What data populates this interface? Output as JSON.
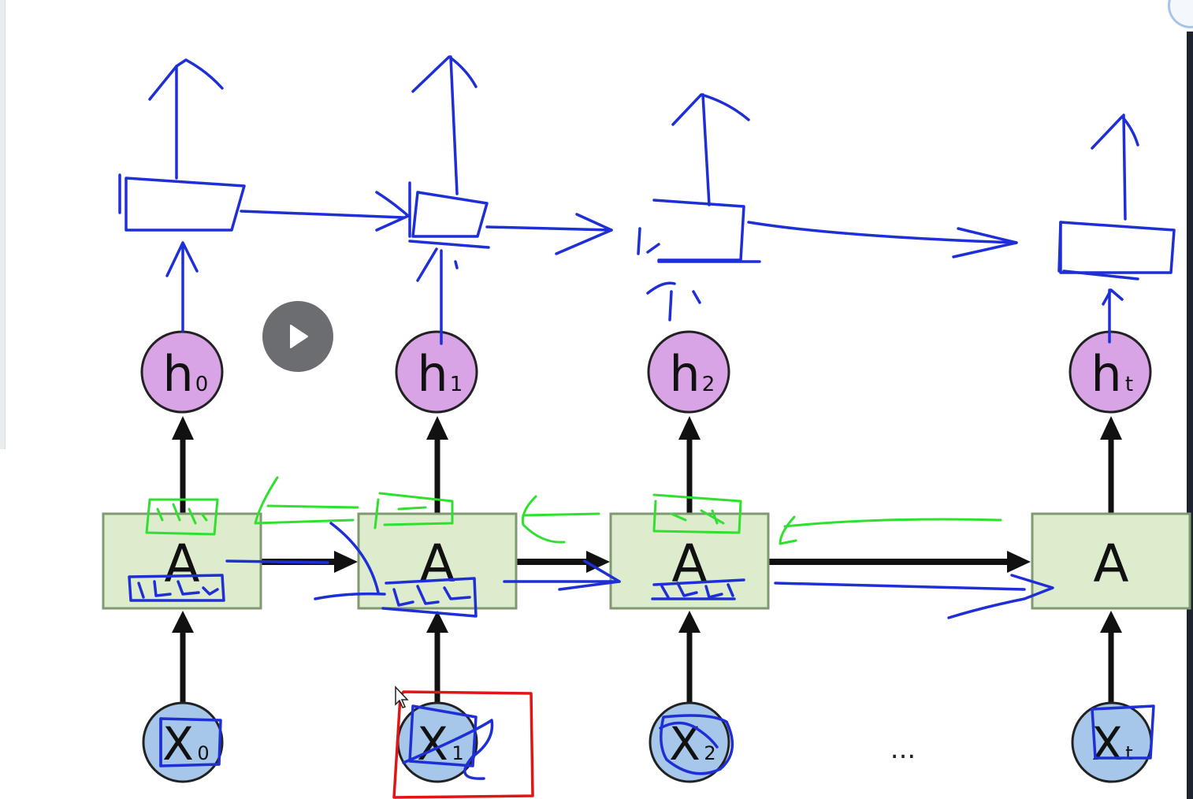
{
  "diagram": {
    "cells": [
      {
        "block": "A",
        "output": "h",
        "output_sub": "0",
        "input": "X",
        "input_sub": "0"
      },
      {
        "block": "A",
        "output": "h",
        "output_sub": "1",
        "input": "X",
        "input_sub": "1"
      },
      {
        "block": "A",
        "output": "h",
        "output_sub": "2",
        "input": "X",
        "input_sub": "2"
      },
      {
        "block": "A",
        "output": "h",
        "output_sub": "t",
        "input": "X",
        "input_sub": "t"
      }
    ],
    "ellipsis": "...",
    "colors": {
      "block_fill": "#dceccd",
      "block_stroke": "#7f9a70",
      "output_fill": "#d9a4e6",
      "input_fill": "#a6c6ea",
      "arrow": "#111111",
      "annotation_blue": "#1f2fd6",
      "annotation_green": "#2fe02f",
      "annotation_red": "#e01616"
    }
  },
  "player": {
    "play_icon": "play-icon"
  }
}
